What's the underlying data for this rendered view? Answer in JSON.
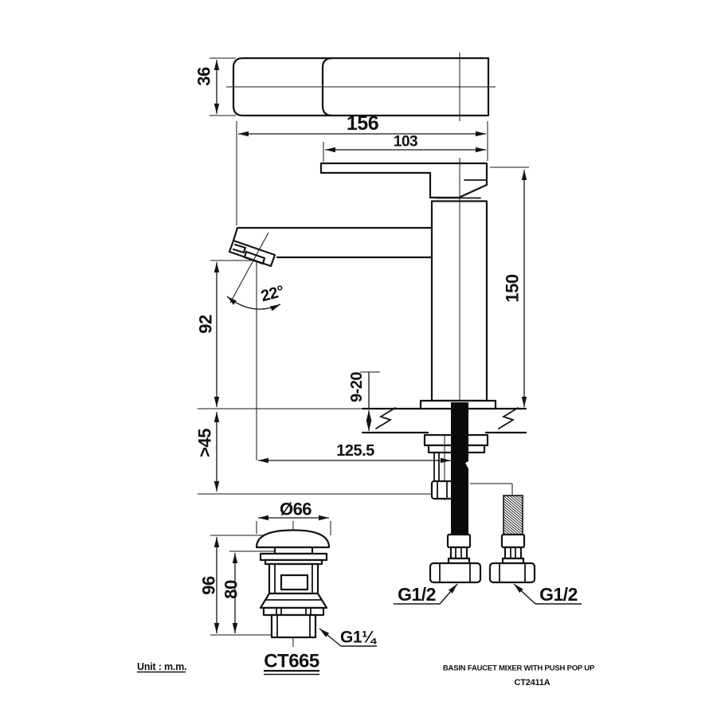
{
  "meta": {
    "unit_note": "Unit : m.m.",
    "drain_code": "CT665",
    "product_title": "BASIN FAUCET MIXER WITH PUSH POP UP",
    "product_code": "CT2411A"
  },
  "dims": {
    "handle_depth": "36",
    "overall_length": "156",
    "handle_length": "103",
    "body_height": "150",
    "outlet_height": "92",
    "outlet_angle": "22°",
    "deck_thickness": "9-20",
    "under_clearance": ">45",
    "outlet_reach": "125.5",
    "cap_diameter": "Ø66",
    "drain_total_height": "96",
    "drain_body_height": "80",
    "supply_thread_left": "G1/2",
    "supply_thread_right": "G1/2",
    "drain_thread": "G1¼"
  }
}
